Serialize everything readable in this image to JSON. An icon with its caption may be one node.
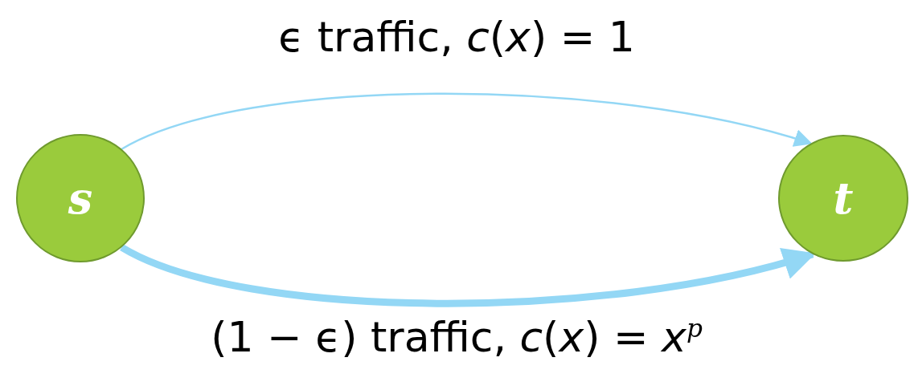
{
  "diagram": {
    "nodes": [
      {
        "text": [
          "s"
        ]
      },
      {
        "text": [
          "t"
        ]
      }
    ],
    "edges": [
      {
        "from": 0,
        "to": 1,
        "arrow": "to",
        "label": "ϵ traffic, *c*(*x*) = 1"
      },
      {
        "from": 0,
        "to": 1,
        "arrow": "to",
        "label": "(1 − ϵ) traffic, *c*(*x*) = *x*$^{p}$",
        "style": "thick"
      }
    ]
  }
}
